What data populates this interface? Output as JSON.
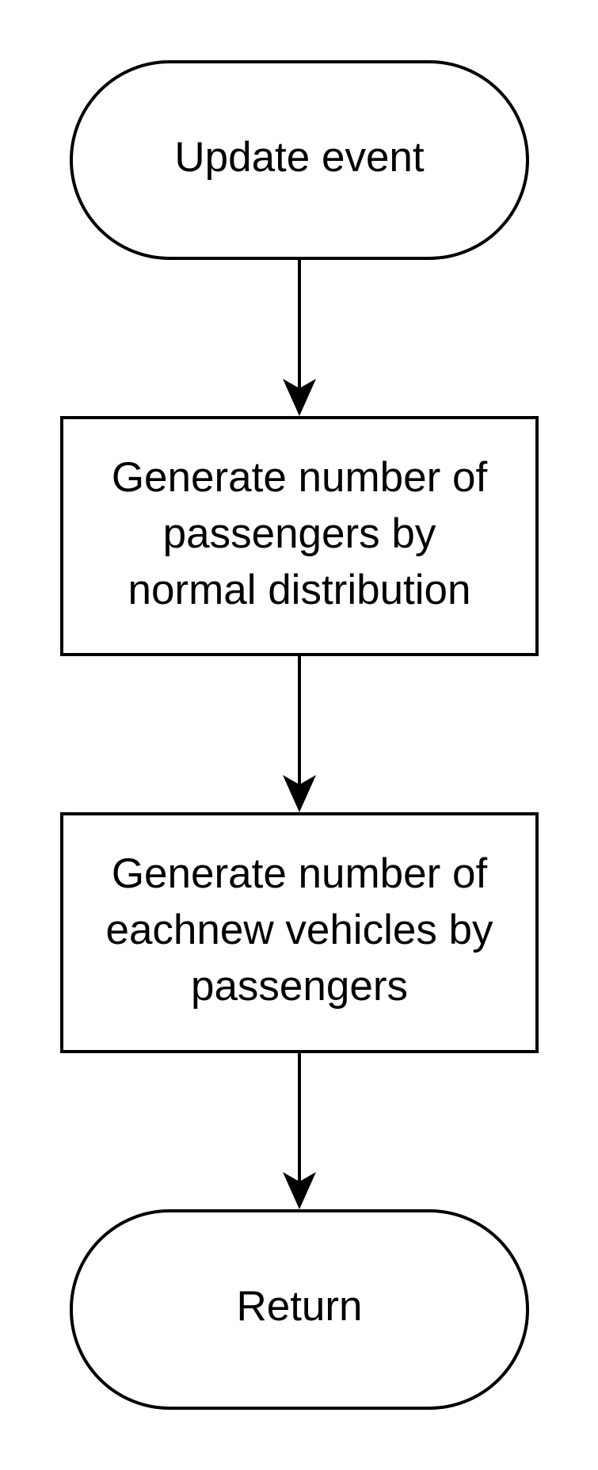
{
  "flowchart": {
    "nodes": [
      {
        "id": "start",
        "type": "terminator",
        "lines": [
          "Update event"
        ]
      },
      {
        "id": "process-1",
        "type": "process",
        "lines": [
          "Generate number of",
          "passengers by",
          "normal distribution"
        ]
      },
      {
        "id": "process-2",
        "type": "process",
        "lines": [
          "Generate number of",
          "eachnew vehicles by",
          "passengers"
        ]
      },
      {
        "id": "end",
        "type": "terminator",
        "lines": [
          "Return"
        ]
      }
    ],
    "edges": [
      {
        "from": "start",
        "to": "process-1"
      },
      {
        "from": "process-1",
        "to": "process-2"
      },
      {
        "from": "process-2",
        "to": "end"
      }
    ],
    "colors": {
      "stroke": "#000000",
      "fill": "#ffffff",
      "text": "#000000"
    }
  }
}
